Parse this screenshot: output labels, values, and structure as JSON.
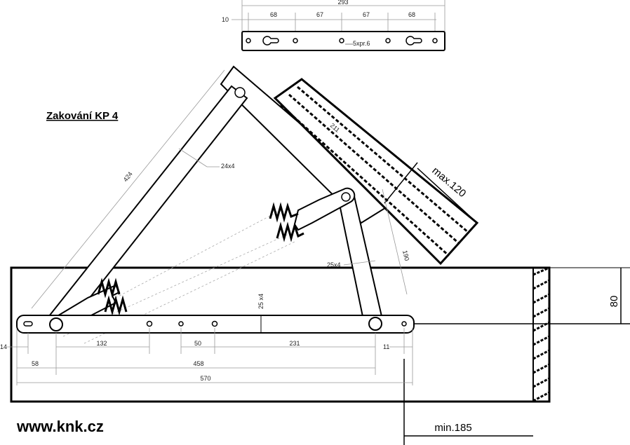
{
  "title": "Zakování KP 4",
  "website": "www.knk.cz",
  "bracket": {
    "overall": "293",
    "offset": "10",
    "spacings": [
      "68",
      "67",
      "67",
      "68"
    ],
    "hole_note": "5xpr.6"
  },
  "arm": {
    "length": "424",
    "section": "24x4"
  },
  "lid": {
    "width": "211",
    "max_thickness": "max.120"
  },
  "short_arm": {
    "length": "190",
    "section": "25x4"
  },
  "base_bar": {
    "section": "25 x4",
    "offset_left": "14",
    "dims": [
      "132",
      "50",
      "231"
    ],
    "end_offset": "11",
    "pivot_offset": "58",
    "pivot_span": "458",
    "total": "570"
  },
  "box": {
    "height": "80",
    "min_clearance": "min.185"
  }
}
